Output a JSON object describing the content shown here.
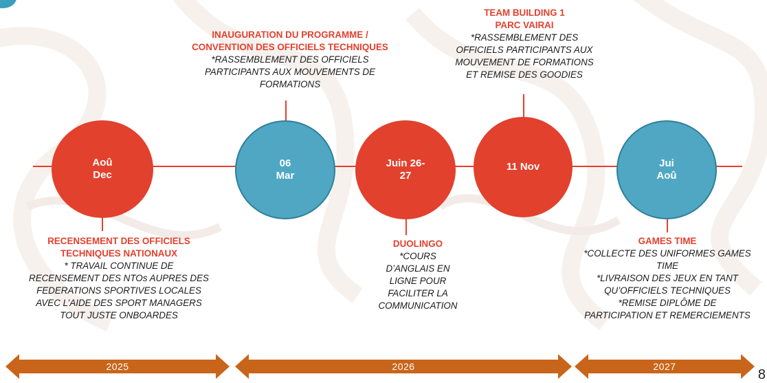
{
  "colors": {
    "red": "#e2412d",
    "blue": "#4fa7c3",
    "arrow": "#c9651a",
    "text": "#1a1a1a"
  },
  "milestones": [
    {
      "circle": [
        "Aoû",
        "Dec"
      ],
      "color": "red",
      "title": "RECENSEMENT DES OFFICIELS\nTECHNIQUES NATIONAUX",
      "desc": "* TRAVAIL CONTINUE DE\nRECENSEMENT DES NTOs AUPRES DES\nFEDERATIONS SPORTIVES LOCALES\nAVEC L’AIDE DES SPORT MANAGERS\nTOUT JUSTE ONBOARDES"
    },
    {
      "circle": [
        "06",
        "Mar"
      ],
      "color": "blue",
      "title": "INAUGURATION DU PROGRAMME /\nCONVENTION DES OFFICIELS TECHNIQUES",
      "desc": "*RASSEMBLEMENT DES OFFICIELS\nPARTICIPANTS AUX MOUVEMENTS DE\nFORMATIONS"
    },
    {
      "circle": [
        "Juin 26-",
        "27"
      ],
      "color": "red",
      "title": "DUOLINGO",
      "desc": "*COURS\nD’ANGLAIS EN\nLIGNE POUR\nFACILITER LA\nCOMMUNICATION"
    },
    {
      "circle": [
        "11 Nov"
      ],
      "color": "red",
      "title": "TEAM BUILDING 1\nPARC VAIRAI",
      "desc": "*RASSEMBLEMENT DES\nOFFICIELS PARTICIPANTS AUX\nMOUVEMENT DE FORMATIONS\nET REMISE DES GOODIES"
    },
    {
      "circle": [
        "Jui",
        "Aoû"
      ],
      "color": "blue",
      "title": "GAMES TIME",
      "desc": "*COLLECTE DES UNIFORMES GAMES\nTIME\n*LIVRAISON DES JEUX EN TANT\nQU’OFFICIELS TECHNIQUES\n*REMISE DIPLÔME DE\nPARTICIPATION ET REMERCIEMENTS"
    }
  ],
  "years": [
    "2025",
    "2026",
    "2027"
  ],
  "page_number": "8"
}
